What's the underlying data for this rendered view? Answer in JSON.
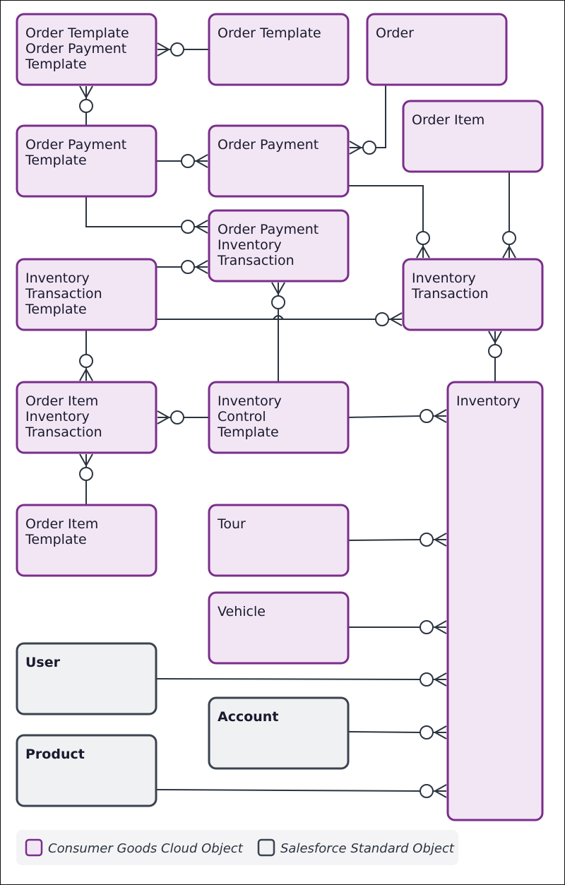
{
  "colors": {
    "cg_fill": "#f2e6f5",
    "cg_stroke": "#7a2e8a",
    "std_fill": "#f0f1f3",
    "std_stroke": "#3a434f",
    "line": "#2b3440"
  },
  "nodes": [
    {
      "id": "otopt",
      "type": "cg",
      "lines": [
        "Order Template",
        "Order Payment",
        "Template"
      ]
    },
    {
      "id": "ot",
      "type": "cg",
      "lines": [
        "Order Template"
      ]
    },
    {
      "id": "order",
      "type": "cg",
      "lines": [
        "Order"
      ]
    },
    {
      "id": "oi",
      "type": "cg",
      "lines": [
        "Order Item"
      ]
    },
    {
      "id": "opt",
      "type": "cg",
      "lines": [
        "Order Payment",
        "Template"
      ]
    },
    {
      "id": "op",
      "type": "cg",
      "lines": [
        "Order Payment"
      ]
    },
    {
      "id": "opit",
      "type": "cg",
      "lines": [
        "Order Payment",
        "Inventory",
        "Transaction"
      ]
    },
    {
      "id": "itt",
      "type": "cg",
      "lines": [
        "Inventory",
        "Transaction",
        "Template"
      ]
    },
    {
      "id": "it",
      "type": "cg",
      "lines": [
        "Inventory",
        "Transaction"
      ]
    },
    {
      "id": "oiit",
      "type": "cg",
      "lines": [
        "Order Item",
        "Inventory",
        "Transaction"
      ]
    },
    {
      "id": "ict",
      "type": "cg",
      "lines": [
        "Inventory",
        "Control",
        "Template"
      ]
    },
    {
      "id": "inv",
      "type": "cg",
      "lines": [
        "Inventory"
      ]
    },
    {
      "id": "oit",
      "type": "cg",
      "lines": [
        "Order Item",
        "Template"
      ]
    },
    {
      "id": "tour",
      "type": "cg",
      "lines": [
        "Tour"
      ]
    },
    {
      "id": "vehicle",
      "type": "cg",
      "lines": [
        "Vehicle"
      ]
    },
    {
      "id": "user",
      "type": "std",
      "lines": [
        "User"
      ]
    },
    {
      "id": "account",
      "type": "std",
      "lines": [
        "Account"
      ]
    },
    {
      "id": "product",
      "type": "std",
      "lines": [
        "Product"
      ]
    }
  ],
  "edges": [
    {
      "from": "ot",
      "to": "otopt"
    },
    {
      "from": "otopt",
      "to": "opt"
    },
    {
      "from": "order",
      "to": "op"
    },
    {
      "from": "opt",
      "to": "op"
    },
    {
      "from": "opt",
      "to": "opit"
    },
    {
      "from": "itt",
      "to": "opit"
    },
    {
      "from": "op",
      "to": "it"
    },
    {
      "from": "oi",
      "to": "it"
    },
    {
      "from": "itt",
      "to": "it"
    },
    {
      "from": "itt",
      "to": "oiit"
    },
    {
      "from": "ict",
      "to": "opit"
    },
    {
      "from": "ict",
      "to": "oiit"
    },
    {
      "from": "oit",
      "to": "oiit"
    },
    {
      "from": "inv",
      "to": "it"
    },
    {
      "from": "ict",
      "to": "inv"
    },
    {
      "from": "tour",
      "to": "inv"
    },
    {
      "from": "vehicle",
      "to": "inv"
    },
    {
      "from": "user",
      "to": "inv"
    },
    {
      "from": "account",
      "to": "inv"
    },
    {
      "from": "product",
      "to": "inv"
    }
  ],
  "legend": {
    "cg_label": "Consumer Goods Cloud Object",
    "std_label": "Salesforce Standard Object"
  }
}
